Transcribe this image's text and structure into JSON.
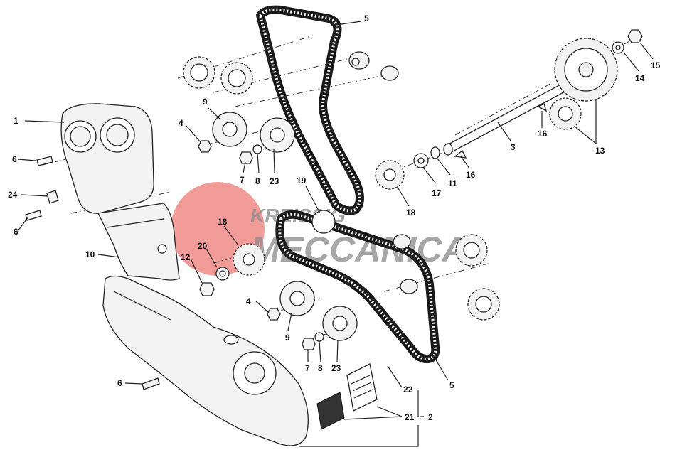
{
  "watermark": {
    "line1": "KREISSIG",
    "line2": "MECCANICA",
    "circle_color": "#e53935",
    "text_color": "#8a8a8a"
  },
  "callouts": {
    "c1": "1",
    "c2": "2",
    "c3": "3",
    "c4a": "4",
    "c4b": "4",
    "c5a": "5",
    "c5b": "5",
    "c6a": "6",
    "c6b": "6",
    "c6c": "6",
    "c7a": "7",
    "c7b": "7",
    "c8a": "8",
    "c8b": "8",
    "c9a": "9",
    "c9b": "9",
    "c10": "10",
    "c11": "11",
    "c12": "12",
    "c13": "13",
    "c14": "14",
    "c15": "15",
    "c16a": "16",
    "c16b": "16",
    "c17": "17",
    "c18a": "18",
    "c18b": "18",
    "c19": "19",
    "c20": "20",
    "c21": "21",
    "c22": "22",
    "c23a": "23",
    "c23b": "23",
    "c24": "24"
  }
}
